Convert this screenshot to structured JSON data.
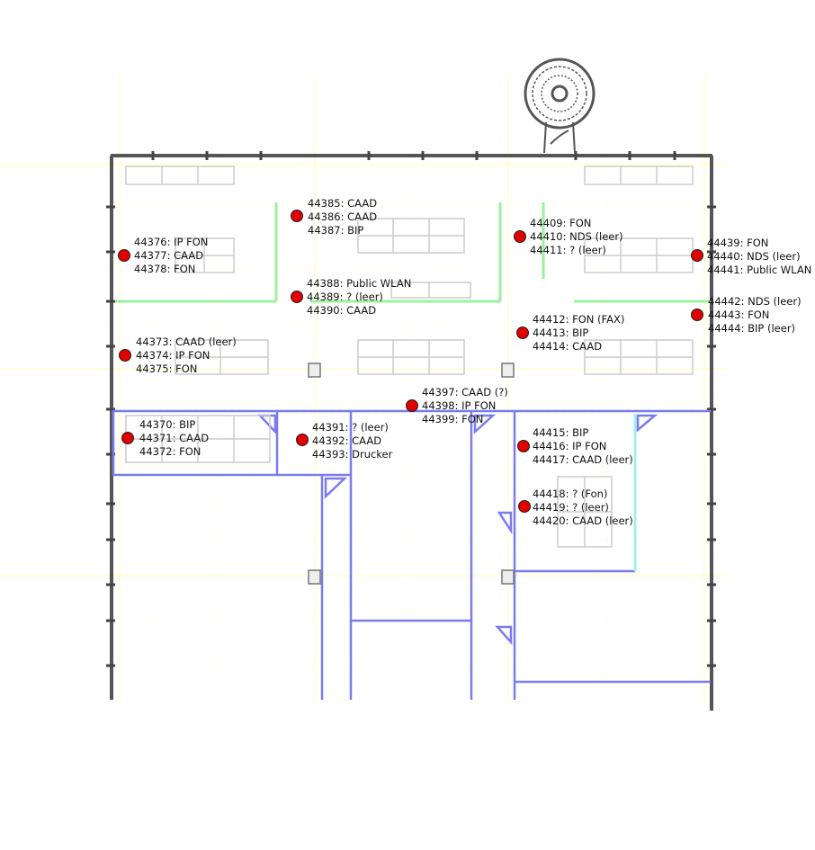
{
  "colors": {
    "wall": "#555555",
    "grid": "#ffffcc",
    "green_wall": "#9ef09e",
    "blue_wall": "#7b7bf0",
    "cyan_wall": "#a0f0f0",
    "marker": "#e00000",
    "furniture": "#cccccc"
  },
  "markers": [
    {
      "id": "m1",
      "lines": [
        "44385: CAAD",
        "44386: CAAD",
        "44387: BIP"
      ]
    },
    {
      "id": "m2",
      "lines": [
        "44376: IP FON",
        "44377: CAAD",
        "44378: FON"
      ]
    },
    {
      "id": "m3",
      "lines": [
        "44409: FON",
        "44410: NDS (leer)",
        "44411: ? (leer)"
      ]
    },
    {
      "id": "m4",
      "lines": [
        "44439: FON",
        "44440: NDS (leer)",
        "44441: Public WLAN"
      ]
    },
    {
      "id": "m5",
      "lines": [
        "44388: Public WLAN",
        "44389: ? (leer)",
        "44390: CAAD"
      ]
    },
    {
      "id": "m6",
      "lines": [
        "44442: NDS (leer)",
        "44443: FON",
        "44444: BIP (leer)"
      ]
    },
    {
      "id": "m7",
      "lines": [
        "44412: FON (FAX)",
        "44413: BIP",
        "44414: CAAD"
      ]
    },
    {
      "id": "m8",
      "lines": [
        "44373: CAAD (leer)",
        "44374: IP FON",
        "44375: FON"
      ]
    },
    {
      "id": "m9",
      "lines": [
        "44397: CAAD (?)",
        "44398: IP FON",
        "44399: FON"
      ]
    },
    {
      "id": "m10",
      "lines": [
        "44370: BIP",
        "44371: CAAD",
        "44372: FON"
      ]
    },
    {
      "id": "m11",
      "lines": [
        "44391: ? (leer)",
        "44392: CAAD",
        "44393: Drucker"
      ]
    },
    {
      "id": "m12",
      "lines": [
        "44415: BIP",
        "44416: IP FON",
        "44417: CAAD (leer)"
      ]
    },
    {
      "id": "m13",
      "lines": [
        "44418: ? (Fon)",
        "44419: ? (leer)",
        "44420: CAAD (leer)"
      ]
    }
  ]
}
